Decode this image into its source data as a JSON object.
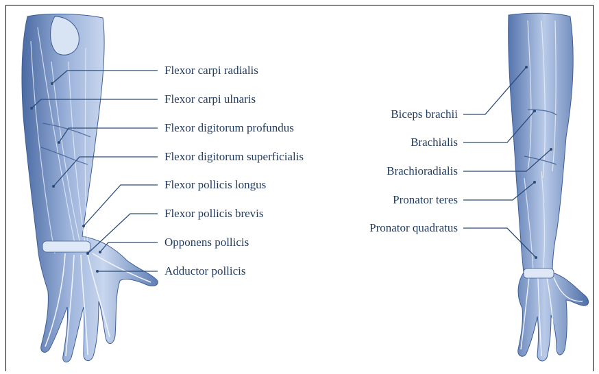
{
  "colors": {
    "text": "#1f3a5f",
    "leader": "#2a4a78",
    "muscle_dark": "#4a6aa3",
    "muscle_mid": "#7f9ac9",
    "muscle_light": "#c8d6ee",
    "tendon": "#e3ebf7"
  },
  "anterior_arm": {
    "labels": [
      "Flexor carpi radialis",
      "Flexor carpi ulnaris",
      "Flexor digitorum profundus",
      "Flexor digitorum superficialis",
      "Flexor pollicis longus",
      "Flexor pollicis brevis",
      "Opponens pollicis",
      "Adductor pollicis"
    ]
  },
  "lateral_arm": {
    "labels": [
      "Biceps brachii",
      "Brachialis",
      "Brachioradialis",
      "Pronator teres",
      "Pronator quadratus"
    ]
  }
}
